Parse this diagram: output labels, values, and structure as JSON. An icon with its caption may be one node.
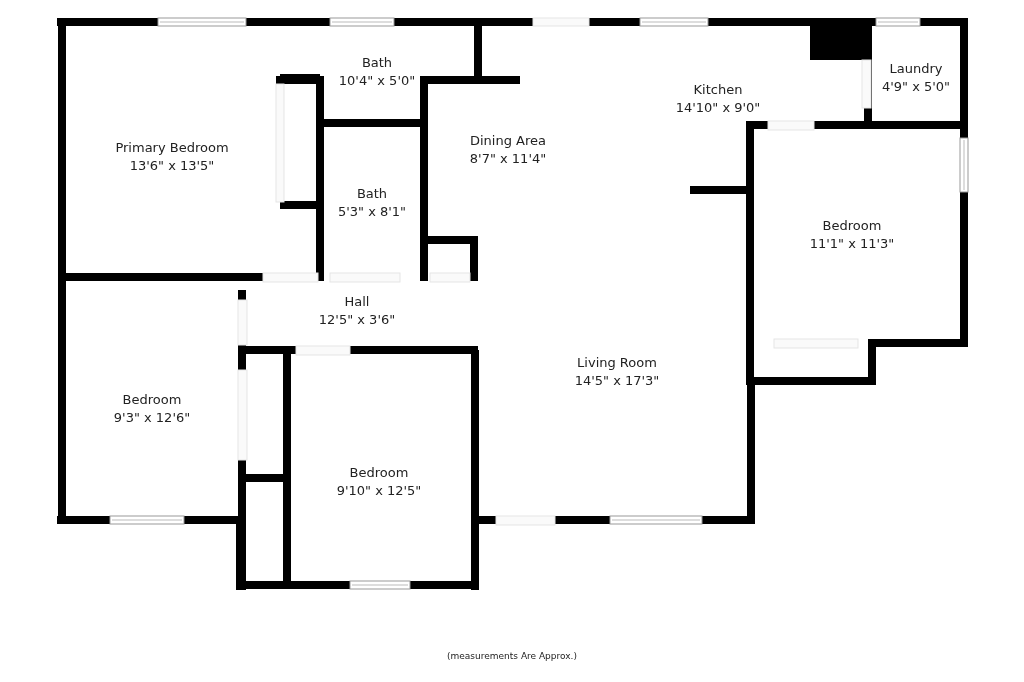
{
  "diagram": {
    "nodes": [
      {
        "text": [
          "Bath",
          "10'4\" x 5'0\""
        ]
      },
      {
        "text": [
          "Laundry",
          "4'9\" x 5'0\""
        ]
      },
      {
        "text": [
          "Kitchen",
          "14'10\" x 9'0\""
        ]
      },
      {
        "text": [
          "Dining Area",
          "8'7\" x 11'4\""
        ]
      },
      {
        "text": [
          "Primary Bedroom",
          "13'6\" x 13'5\""
        ]
      },
      {
        "text": [
          "Bath",
          "5'3\" x 8'1\""
        ]
      },
      {
        "text": [
          "Bedroom",
          "11'1\" x 11'3\""
        ]
      },
      {
        "text": [
          "Hall",
          "12'5\" x 3'6\""
        ]
      },
      {
        "text": [
          "Living Room",
          "14'5\" x 17'3\""
        ]
      },
      {
        "text": [
          "Bedroom",
          "9'3\" x 12'6\""
        ]
      },
      {
        "text": [
          "Bedroom",
          "9'10\" x 12'5\""
        ]
      }
    ],
    "labels": [
      "(measurements Are Approx.)"
    ]
  }
}
